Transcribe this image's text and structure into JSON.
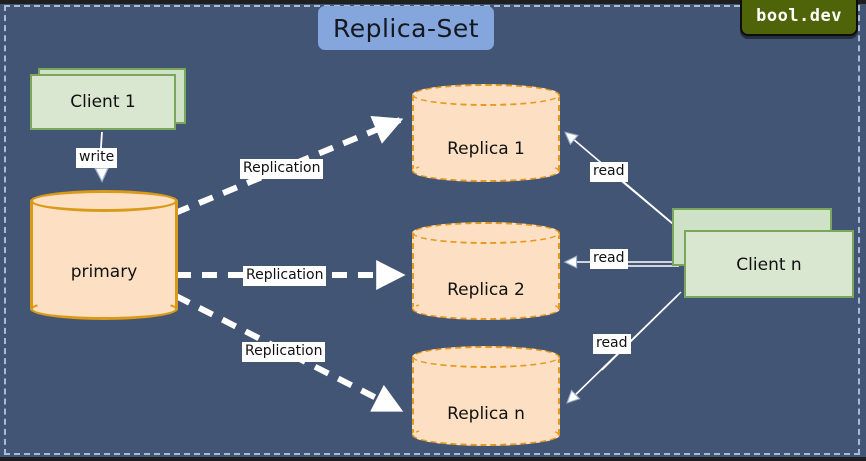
{
  "diagram": {
    "title": "Replica-Set",
    "brand": "bool.dev",
    "background_color": "#435574",
    "accent_title_color": "#84a6dd",
    "cylinder_fill": "#fde0c3",
    "cylinder_stroke": "#e59a1d",
    "client_fill": "#d9e7d0",
    "client_stroke": "#79a85c",
    "badge_fill": "#4f6308",
    "arrow_color": "#ffffff"
  },
  "nodes": {
    "client1": {
      "label": "Client 1",
      "type": "client-box"
    },
    "clientn": {
      "label": "Client n",
      "type": "client-box-stack"
    },
    "primary": {
      "label": "primary",
      "type": "database-cylinder",
      "stroke_style": "solid"
    },
    "replica1": {
      "label": "Replica 1",
      "type": "database-cylinder",
      "stroke_style": "dashed"
    },
    "replica2": {
      "label": "Replica 2",
      "type": "database-cylinder",
      "stroke_style": "dashed"
    },
    "replican": {
      "label": "Replica n",
      "type": "database-cylinder",
      "stroke_style": "dashed"
    }
  },
  "edges": [
    {
      "id": "write",
      "label": "write",
      "from": "client1",
      "to": "primary",
      "style": "solid-thin"
    },
    {
      "id": "repl-1",
      "label": "Replication",
      "from": "primary",
      "to": "replica1",
      "style": "dashed-thick"
    },
    {
      "id": "repl-2",
      "label": "Replication",
      "from": "primary",
      "to": "replica2",
      "style": "dashed-thick"
    },
    {
      "id": "repl-n",
      "label": "Replication",
      "from": "primary",
      "to": "replican",
      "style": "dashed-thick"
    },
    {
      "id": "read-1",
      "label": "read",
      "from": "clientn",
      "to": "replica1",
      "style": "solid-thin"
    },
    {
      "id": "read-2",
      "label": "read",
      "from": "clientn",
      "to": "replica2",
      "style": "solid-thin"
    },
    {
      "id": "read-n",
      "label": "read",
      "from": "clientn",
      "to": "replican",
      "style": "solid-thin"
    }
  ]
}
